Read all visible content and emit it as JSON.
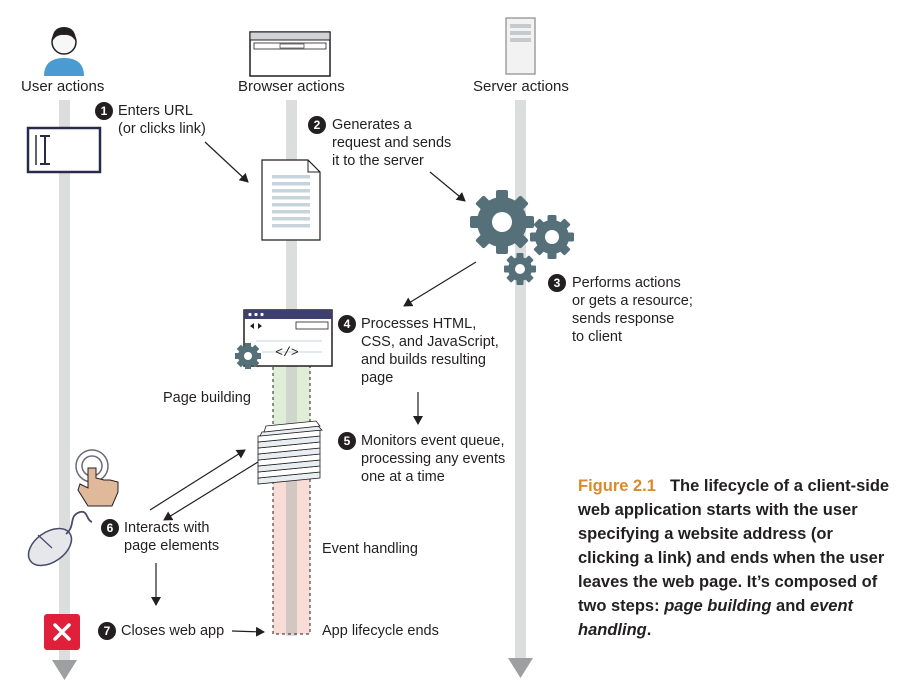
{
  "columns": {
    "user": "User actions",
    "browser": "Browser actions",
    "server": "Server actions"
  },
  "steps": [
    {
      "num": "1",
      "lines": [
        "Enters URL",
        "(or clicks link)"
      ]
    },
    {
      "num": "2",
      "lines": [
        "Generates a",
        "request and sends",
        "it to the server"
      ]
    },
    {
      "num": "3",
      "lines": [
        "Performs actions",
        "or gets a resource;",
        "sends response",
        "to client"
      ]
    },
    {
      "num": "4",
      "lines": [
        "Processes HTML,",
        "CSS, and JavaScript,",
        "and builds resulting",
        "page"
      ]
    },
    {
      "num": "5",
      "lines": [
        "Monitors event queue,",
        "processing any events",
        "one at a time"
      ]
    },
    {
      "num": "6",
      "lines": [
        "Interacts with",
        "page elements"
      ]
    },
    {
      "num": "7",
      "lines": [
        "Closes web app"
      ]
    }
  ],
  "phases": {
    "page_building": "Page building",
    "event_handling": "Event handling",
    "end": "App lifecycle ends"
  },
  "code_glyph": "</>",
  "caption": {
    "figure": "Figure 2.1",
    "text_before": "The lifecycle of a client-side web application starts with the user specifying a website address (or clicking a link) and ends when the user leaves the web page. It’s composed of two steps: ",
    "term1": "page building",
    "and": " and ",
    "term2": "event handling",
    "end": "."
  },
  "colors": {
    "lane": "#dcdddd",
    "lane_arrow": "#9d9fa1",
    "gear": "#56707a",
    "cursor_box": "#2a2a4a",
    "close_button": "#e0203a",
    "page_building_band": "#e0eed8",
    "event_band": "#f8dcd6",
    "accent": "#d98a2b"
  },
  "icons": [
    "user-avatar-icon",
    "browser-window-icon",
    "server-tower-icon",
    "text-cursor-icon",
    "document-icon",
    "gears-icon",
    "browser-page-icon",
    "event-queue-icon",
    "touch-hand-icon",
    "mouse-icon",
    "close-icon"
  ]
}
